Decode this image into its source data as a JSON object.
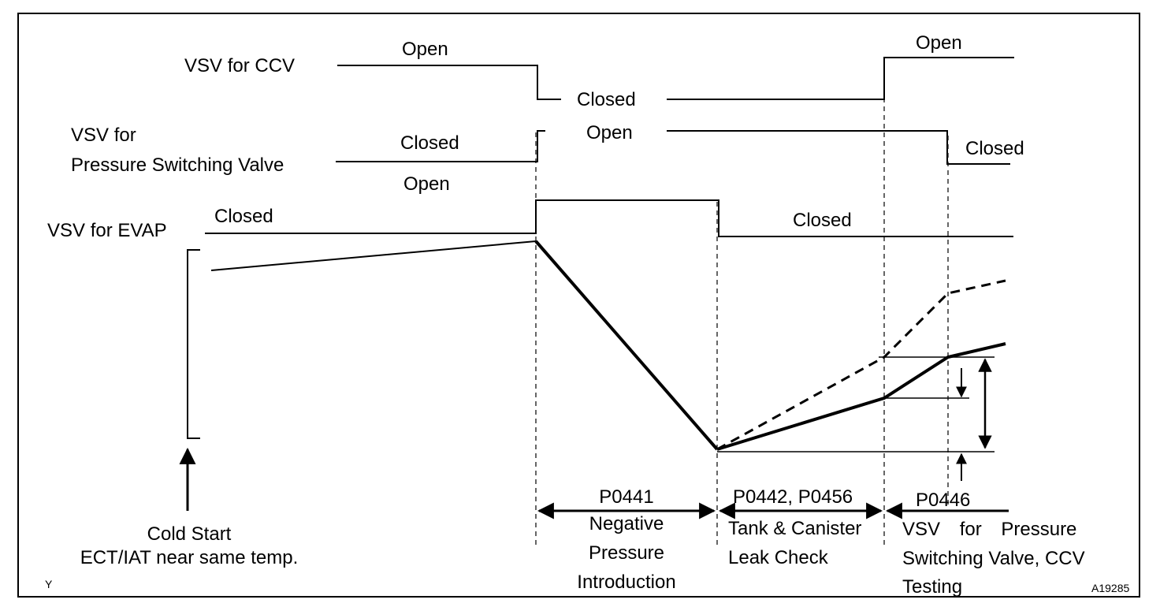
{
  "signals": {
    "ccv": {
      "label": "VSV for CCV",
      "state_open_1": "Open",
      "state_closed": "Closed",
      "state_open_2": "Open"
    },
    "psv": {
      "label_line1": "VSV for",
      "label_line2": "Pressure Switching Valve",
      "state_closed_1": "Closed",
      "state_open_below": "Open",
      "state_open": "Open",
      "state_closed_2": "Closed"
    },
    "evap": {
      "label": "VSV for EVAP",
      "state_closed_1": "Closed",
      "state_closed_2": "Closed"
    }
  },
  "phases": [
    {
      "code": "P0441",
      "desc_line1": "Negative",
      "desc_line2": "Pressure",
      "desc_line3": "Introduction"
    },
    {
      "code": "P0442, P0456",
      "desc_line1": "Tank & Canister",
      "desc_line2": "Leak Check"
    },
    {
      "code": "P0446",
      "desc_line1": "VSV for Pressure",
      "desc_line2": "Switching Valve, CCV",
      "desc_line3": "Testing"
    }
  ],
  "cold_start": {
    "line1": "Cold Start",
    "line2": "ECT/IAT near same temp."
  },
  "corner_left": "Y",
  "figure_id": "A19285"
}
